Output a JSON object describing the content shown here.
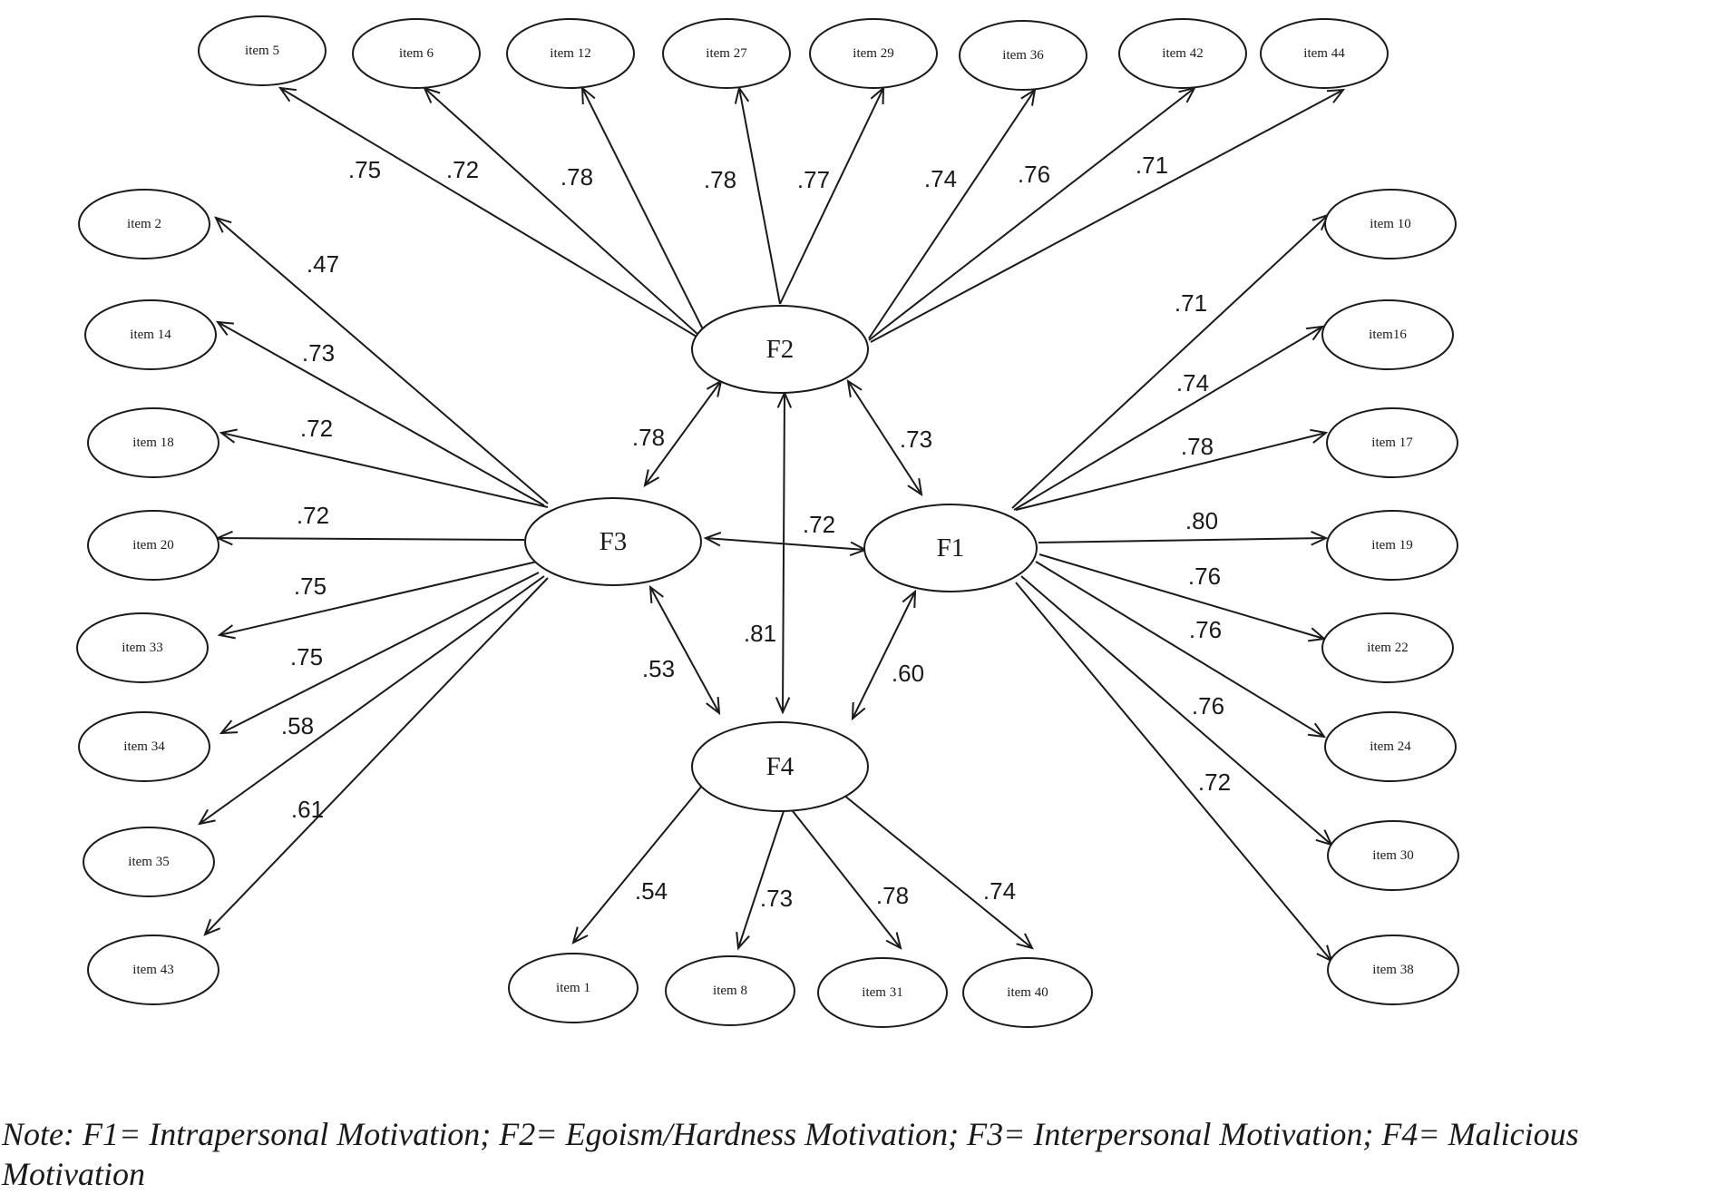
{
  "factors": [
    {
      "id": "F1",
      "label": "F1"
    },
    {
      "id": "F2",
      "label": "F2"
    },
    {
      "id": "F3",
      "label": "F3"
    },
    {
      "id": "F4",
      "label": "F4"
    }
  ],
  "items": [
    {
      "id": "i5",
      "label": "item 5"
    },
    {
      "id": "i6",
      "label": "item 6"
    },
    {
      "id": "i12",
      "label": "item 12"
    },
    {
      "id": "i27",
      "label": "item 27"
    },
    {
      "id": "i29",
      "label": "item 29"
    },
    {
      "id": "i36",
      "label": "item 36"
    },
    {
      "id": "i42",
      "label": "item 42"
    },
    {
      "id": "i44",
      "label": "item 44"
    },
    {
      "id": "i2",
      "label": "item 2"
    },
    {
      "id": "i14",
      "label": "item 14"
    },
    {
      "id": "i18",
      "label": "item 18"
    },
    {
      "id": "i20",
      "label": "item 20"
    },
    {
      "id": "i33",
      "label": "item 33"
    },
    {
      "id": "i34",
      "label": "item 34"
    },
    {
      "id": "i35",
      "label": "item 35"
    },
    {
      "id": "i43",
      "label": "item 43"
    },
    {
      "id": "i10",
      "label": "item 10"
    },
    {
      "id": "i16",
      "label": "item16"
    },
    {
      "id": "i17",
      "label": "item 17"
    },
    {
      "id": "i19",
      "label": "item 19"
    },
    {
      "id": "i22",
      "label": "item 22"
    },
    {
      "id": "i24",
      "label": "item 24"
    },
    {
      "id": "i30",
      "label": "item 30"
    },
    {
      "id": "i38",
      "label": "item 38"
    },
    {
      "id": "i1",
      "label": "item 1"
    },
    {
      "id": "i8",
      "label": "item 8"
    },
    {
      "id": "i31",
      "label": "item 31"
    },
    {
      "id": "i40",
      "label": "item 40"
    }
  ],
  "loadings": [
    {
      "factor": "F2",
      "item": "i5",
      "value": ".75"
    },
    {
      "factor": "F2",
      "item": "i6",
      "value": ".72"
    },
    {
      "factor": "F2",
      "item": "i12",
      "value": ".78"
    },
    {
      "factor": "F2",
      "item": "i27",
      "value": ".78"
    },
    {
      "factor": "F2",
      "item": "i29",
      "value": ".77"
    },
    {
      "factor": "F2",
      "item": "i36",
      "value": ".74"
    },
    {
      "factor": "F2",
      "item": "i42",
      "value": ".76"
    },
    {
      "factor": "F2",
      "item": "i44",
      "value": ".71"
    },
    {
      "factor": "F3",
      "item": "i2",
      "value": ".47"
    },
    {
      "factor": "F3",
      "item": "i14",
      "value": ".73"
    },
    {
      "factor": "F3",
      "item": "i18",
      "value": ".72"
    },
    {
      "factor": "F3",
      "item": "i20",
      "value": ".72"
    },
    {
      "factor": "F3",
      "item": "i33",
      "value": ".75"
    },
    {
      "factor": "F3",
      "item": "i34",
      "value": ".75"
    },
    {
      "factor": "F3",
      "item": "i35",
      "value": ".58"
    },
    {
      "factor": "F3",
      "item": "i43",
      "value": ".61"
    },
    {
      "factor": "F1",
      "item": "i10",
      "value": ".71"
    },
    {
      "factor": "F1",
      "item": "i16",
      "value": ".74"
    },
    {
      "factor": "F1",
      "item": "i17",
      "value": ".78"
    },
    {
      "factor": "F1",
      "item": "i19",
      "value": ".80"
    },
    {
      "factor": "F1",
      "item": "i22",
      "value": ".76"
    },
    {
      "factor": "F1",
      "item": "i24",
      "value": ".76"
    },
    {
      "factor": "F1",
      "item": "i30",
      "value": ".76"
    },
    {
      "factor": "F1",
      "item": "i38",
      "value": ".72"
    },
    {
      "factor": "F4",
      "item": "i1",
      "value": ".54"
    },
    {
      "factor": "F4",
      "item": "i8",
      "value": ".73"
    },
    {
      "factor": "F4",
      "item": "i31",
      "value": ".78"
    },
    {
      "factor": "F4",
      "item": "i40",
      "value": ".74"
    }
  ],
  "correlations": [
    {
      "a": "F2",
      "b": "F3",
      "value": ".78"
    },
    {
      "a": "F2",
      "b": "F1",
      "value": ".73"
    },
    {
      "a": "F3",
      "b": "F1",
      "value": ".72"
    },
    {
      "a": "F2",
      "b": "F4",
      "value": ".81"
    },
    {
      "a": "F3",
      "b": "F4",
      "value": ".53"
    },
    {
      "a": "F1",
      "b": "F4",
      "value": ".60"
    }
  ],
  "note": "Note: F1= Intrapersonal Motivation; F2= Egoism/Hardness Motivation; F3= Interpersonal Motivation; F4= Malicious Motivation"
}
